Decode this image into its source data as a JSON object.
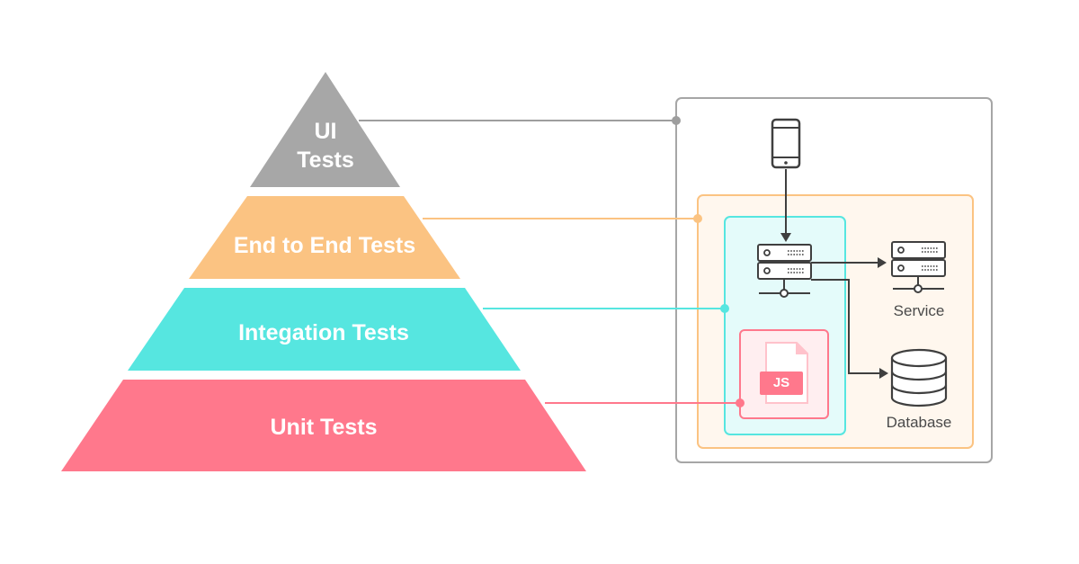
{
  "pyramid": {
    "ui_line1": "UI",
    "ui_line2": "Tests",
    "end_to_end": "End to End Tests",
    "integration": "Integation Tests",
    "unit": "Unit Tests"
  },
  "architecture": {
    "js_badge": "JS",
    "service_label": "Service",
    "database_label": "Database"
  },
  "colors": {
    "ui": "#a7a7a7",
    "end_to_end": "#fbc382",
    "integration": "#56e6e0",
    "unit": "#ff788c",
    "outline": "#9e9e9e",
    "icon": "#3f3f3f"
  }
}
